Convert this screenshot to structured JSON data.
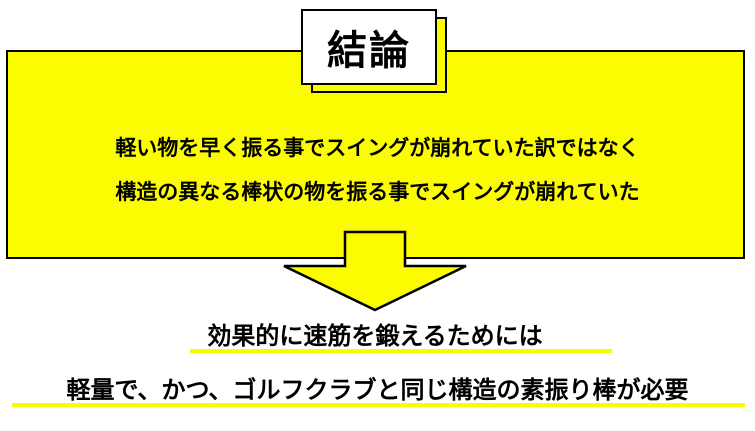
{
  "header": {
    "title": "結論"
  },
  "main": {
    "line1": "軽い物を早く振る事でスイングが崩れていた訳ではなく",
    "line2": "構造の異なる棒状の物を振る事でスイングが崩れていた"
  },
  "conclusion": {
    "line1": "効果的に速筋を鍛えるためには",
    "line2": "軽量で、かつ、ゴルフクラブと同じ構造の素振り棒が必要"
  },
  "colors": {
    "accent": "#fcfc00",
    "border": "#000000",
    "background": "#ffffff"
  },
  "icons": {
    "arrow": "down-arrow-icon"
  }
}
